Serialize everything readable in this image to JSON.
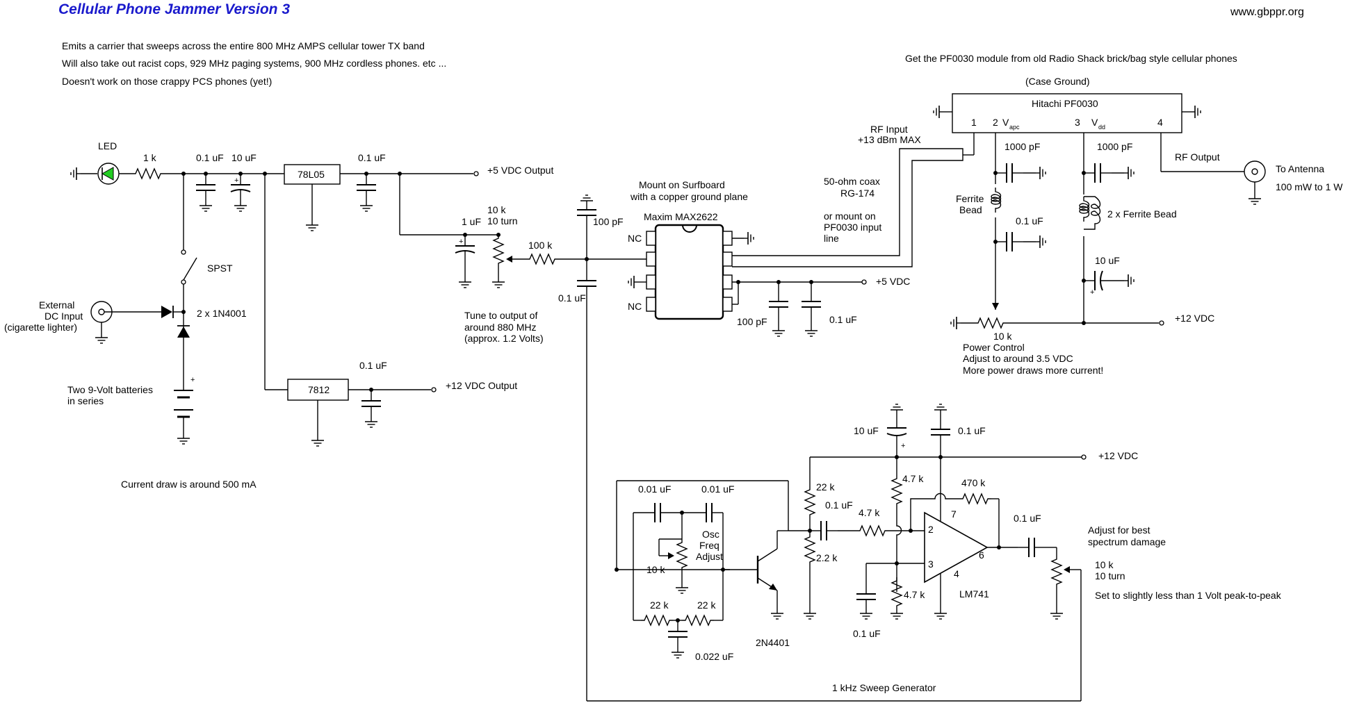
{
  "header": {
    "title": "Cellular Phone Jammer  Version 3",
    "website": "www.gbppr.org"
  },
  "notes": [
    "Emits a carrier that sweeps across the entire 800 MHz AMPS cellular tower TX band",
    "Will also take out racist cops, 929 MHz paging systems, 900 MHz cordless phones. etc ...",
    "Doesn't work on those crappy PCS phones (yet!)"
  ],
  "module_note": "Get the PF0030 module from old Radio Shack brick/bag style cellular phones",
  "power": {
    "led": "LED",
    "r1k": "1 k",
    "c01": "0.1 uF",
    "c10": "10 uF",
    "reg5": "78L05",
    "c01b": "0.1 uF",
    "out5": "+5 VDC Output",
    "spst": "SPST",
    "ext1": "External",
    "ext2": "DC Input",
    "ext3": "(cigarette lighter)",
    "diodes": "2 x 1N4001",
    "bat1": "Two 9-Volt batteries",
    "bat2": "in series",
    "reg12": "7812",
    "c01c": "0.1 uF",
    "out12": "+12 VDC Output",
    "current": "Current draw is around 500 mA"
  },
  "vco": {
    "c1u": "1 uF",
    "pot1": "10 k",
    "pot2": "10 turn",
    "r100k": "100 k",
    "tune1": "Tune to output of",
    "tune2": "around 880 MHz",
    "tune3": "(approx. 1.2 Volts)",
    "c100p": "100 pF",
    "c01": "0.1 uF",
    "mount1": "Mount on Surfboard",
    "mount2": "with a copper ground plane",
    "chip": "Maxim MAX2622",
    "nc1": "NC",
    "nc2": "NC",
    "p5v": "+5 VDC",
    "c100pb": "100 pF",
    "c01b": "0.1 uF",
    "coax1": "50-ohm coax",
    "coax2": "RG-174",
    "alt1": "or mount on",
    "alt2": "PF0030 input",
    "alt3": "line"
  },
  "pa": {
    "case_gnd": "(Case Ground)",
    "module": "Hitachi PF0030",
    "pin1": "1",
    "pin2": "2",
    "vapc": "V",
    "vapc_sub": "apc",
    "pin3": "3",
    "vdd": "V",
    "vdd_sub": "dd",
    "pin4": "4",
    "rf_in1": "RF Input",
    "rf_in2": "+13 dBm MAX",
    "c1000a": "1000 pF",
    "c1000b": "1000 pF",
    "rf_out": "RF Output",
    "antenna": "To Antenna",
    "power": "100 mW to 1 W",
    "ferrite1": "Ferrite",
    "ferrite2": "Bead",
    "ferrite2x": "2 x Ferrite Bead",
    "c01": "0.1 uF",
    "c10": "10 uF",
    "p12v": "+12 VDC",
    "r10k": "10 k",
    "pc1": "Power Control",
    "pc2": "Adjust to around 3.5 VDC",
    "pc3": "More power draws more current!"
  },
  "sweep": {
    "c10": "10 uF",
    "c01top": "0.1 uF",
    "p12v": "+12 VDC",
    "c001a": "0.01 uF",
    "c001b": "0.01 uF",
    "osc1": "Osc",
    "osc2": "Freq",
    "osc3": "Adjust",
    "pot10k": "10 k",
    "r22a": "22 k",
    "r22b": "22 k",
    "c022": "0.022 uF",
    "q": "2N4401",
    "r22c": "22 k",
    "r22d": "2.2 k",
    "c01c": "0.1 uF",
    "r47a": "4.7 k",
    "r47b": "4.7 k",
    "r47c": "4.7 k",
    "r470": "470 k",
    "p2": "2",
    "p3": "3",
    "p4": "4",
    "p6": "6",
    "p7": "7",
    "opamp": "LM741",
    "c01d": "0.1 uF",
    "c01out": "0.1 uF",
    "adj1": "Adjust for best",
    "adj2": "spectrum damage",
    "pot1": "10 k",
    "pot2": "10 turn",
    "set": "Set to slightly less than 1 Volt peak-to-peak",
    "name": "1 kHz Sweep Generator"
  },
  "colors": {
    "title": "#1a1acc",
    "led": "#22cc22"
  }
}
